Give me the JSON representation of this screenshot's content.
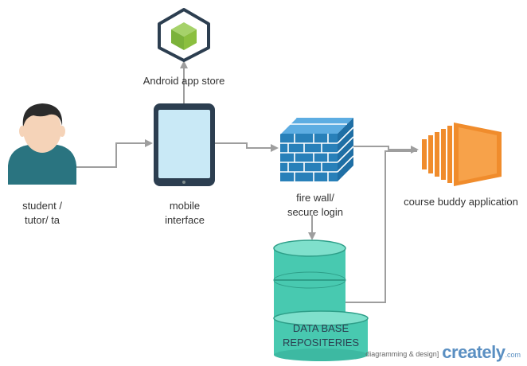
{
  "nodes": {
    "actor": {
      "label_line1": "student /",
      "label_line2": "tutor/ ta",
      "shirt_color": "#2a7480",
      "skin_color": "#f5d3b8",
      "hair_color": "#2b2b2b"
    },
    "mobile": {
      "label_line1": "mobile",
      "label_line2": "interface",
      "body_color": "#2c3e50",
      "screen_color": "#c9e9f6"
    },
    "app_store": {
      "label": "Android app store",
      "icon": "android-package-icon",
      "accent": "#8bbf3f"
    },
    "firewall": {
      "label_line1": "fire wall/",
      "label_line2": "secure login",
      "icon": "brick-wall-icon",
      "color": "#2880b9"
    },
    "application": {
      "label": "course buddy application",
      "icon": "server-stack-icon",
      "color": "#f08c2c"
    },
    "database": {
      "label_line1": "DATA BASE",
      "label_line2": "REPOSITERIES",
      "color": "#48c9b0"
    }
  },
  "edge_color": "#9e9e9e",
  "branding": {
    "tagline": "diagramming & design]",
    "name": "creately",
    "domain": ".com"
  }
}
